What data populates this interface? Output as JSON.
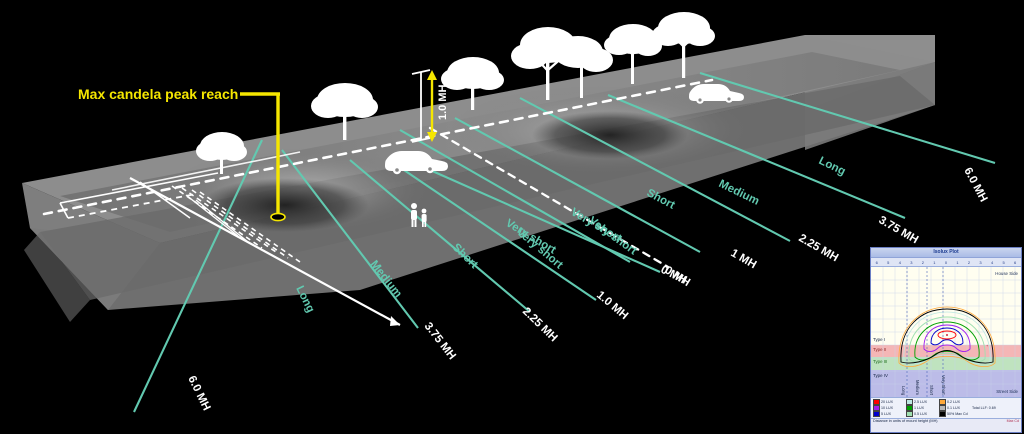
{
  "diagram": {
    "title_callout": "Max candela peak reach",
    "vertical_measure": "1.0 MH",
    "mount_height_unit": "MH",
    "background_color": "#000000",
    "teal_color": "#62c9b0",
    "yellow_color": "#f5e600",
    "road_color": "#7a7a7a",
    "far_labels_right": [
      {
        "name": "Long",
        "distance": "6.0 MH"
      },
      {
        "name": "Medium",
        "distance": "3.75 MH"
      },
      {
        "name": "Short",
        "distance": "2.25 MH"
      },
      {
        "name": "Very short",
        "distance": "1 MH"
      },
      {
        "name": "Very short",
        "distance": "0 MH"
      }
    ],
    "near_labels_left": [
      {
        "name": "Long",
        "distance": "6.0 MH"
      },
      {
        "name": "Medium",
        "distance": "3.75 MH"
      },
      {
        "name": "Short",
        "distance": "2.25 MH"
      },
      {
        "name": "Very short",
        "distance": "1.0 MH"
      },
      {
        "name": "Very short",
        "distance": "0 MH"
      }
    ],
    "icons": {
      "tree": "tree-icon",
      "car": "car-icon",
      "pedestrian": "pedestrian-icon",
      "pole": "light-pole-icon",
      "peak_marker": "peak-point-icon"
    }
  },
  "inset": {
    "title": "Isolux Plot",
    "house_side": "House Side",
    "street_side": "Street Side",
    "x_ticks": [
      "6",
      "5",
      "4",
      "3",
      "2",
      "1",
      "0",
      "1",
      "2",
      "3",
      "4",
      "5",
      "6"
    ],
    "y_ticks": [
      "5",
      "4",
      "3",
      "2",
      "1",
      "0",
      "1",
      "2",
      "3",
      "4",
      "5"
    ],
    "type_bands": [
      {
        "label": "Type I",
        "color": "#ffffff"
      },
      {
        "label": "Type II",
        "color": "#f4b6b6"
      },
      {
        "label": "Type III",
        "color": "#bfe3bf"
      },
      {
        "label": "Type IV",
        "color": "#bcbce8"
      }
    ],
    "vertical_labels": [
      "Long",
      "Medium",
      "Short",
      "Very Short"
    ],
    "legend": [
      {
        "label": "20 LUX",
        "color": "#ff0000"
      },
      {
        "label": "2.5 LUX",
        "color": "#bde8e2"
      },
      {
        "label": "0.2 LUX",
        "color": "#ffa93a"
      },
      {
        "label": "10 LUX",
        "color": "#a020f0"
      },
      {
        "label": "1 LUX",
        "color": "#00a000"
      },
      {
        "label": "0.1 LUX",
        "color": "#b8b8b8"
      },
      {
        "label": "5 LUX",
        "color": "#0000cd"
      },
      {
        "label": "0.5 LUX",
        "color": "#9fe0b0"
      },
      {
        "label": "50% Max Cd",
        "color": "#000000"
      }
    ],
    "total_llf": "Total LLF: 0.69",
    "footer_note": "Distance in units of mount height (MH)",
    "max_cd_legend": "Max Cd"
  }
}
